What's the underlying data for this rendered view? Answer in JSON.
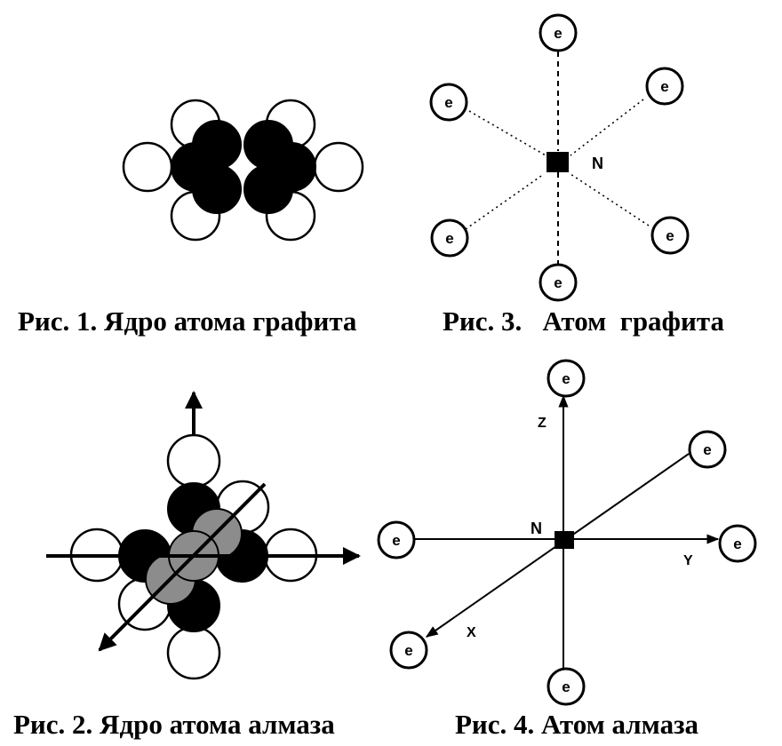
{
  "figures": {
    "fig1": {
      "caption": "Рис. 1. Ядро атома графита"
    },
    "fig2": {
      "caption": "Рис. 2. Ядро атома алмаза"
    },
    "fig3": {
      "caption": "Рис. 3.   Атом  графита",
      "nucleus_label": "N",
      "electron_label": "e"
    },
    "fig4": {
      "caption": "Рис. 4. Атом алмаза",
      "nucleus_label": "N",
      "electron_label": "e",
      "axis_z": "Z",
      "axis_y": "Y",
      "axis_x": "X"
    }
  },
  "colors": {
    "ink": "#000000",
    "paper": "#ffffff",
    "shade": "#8c8c8c"
  }
}
